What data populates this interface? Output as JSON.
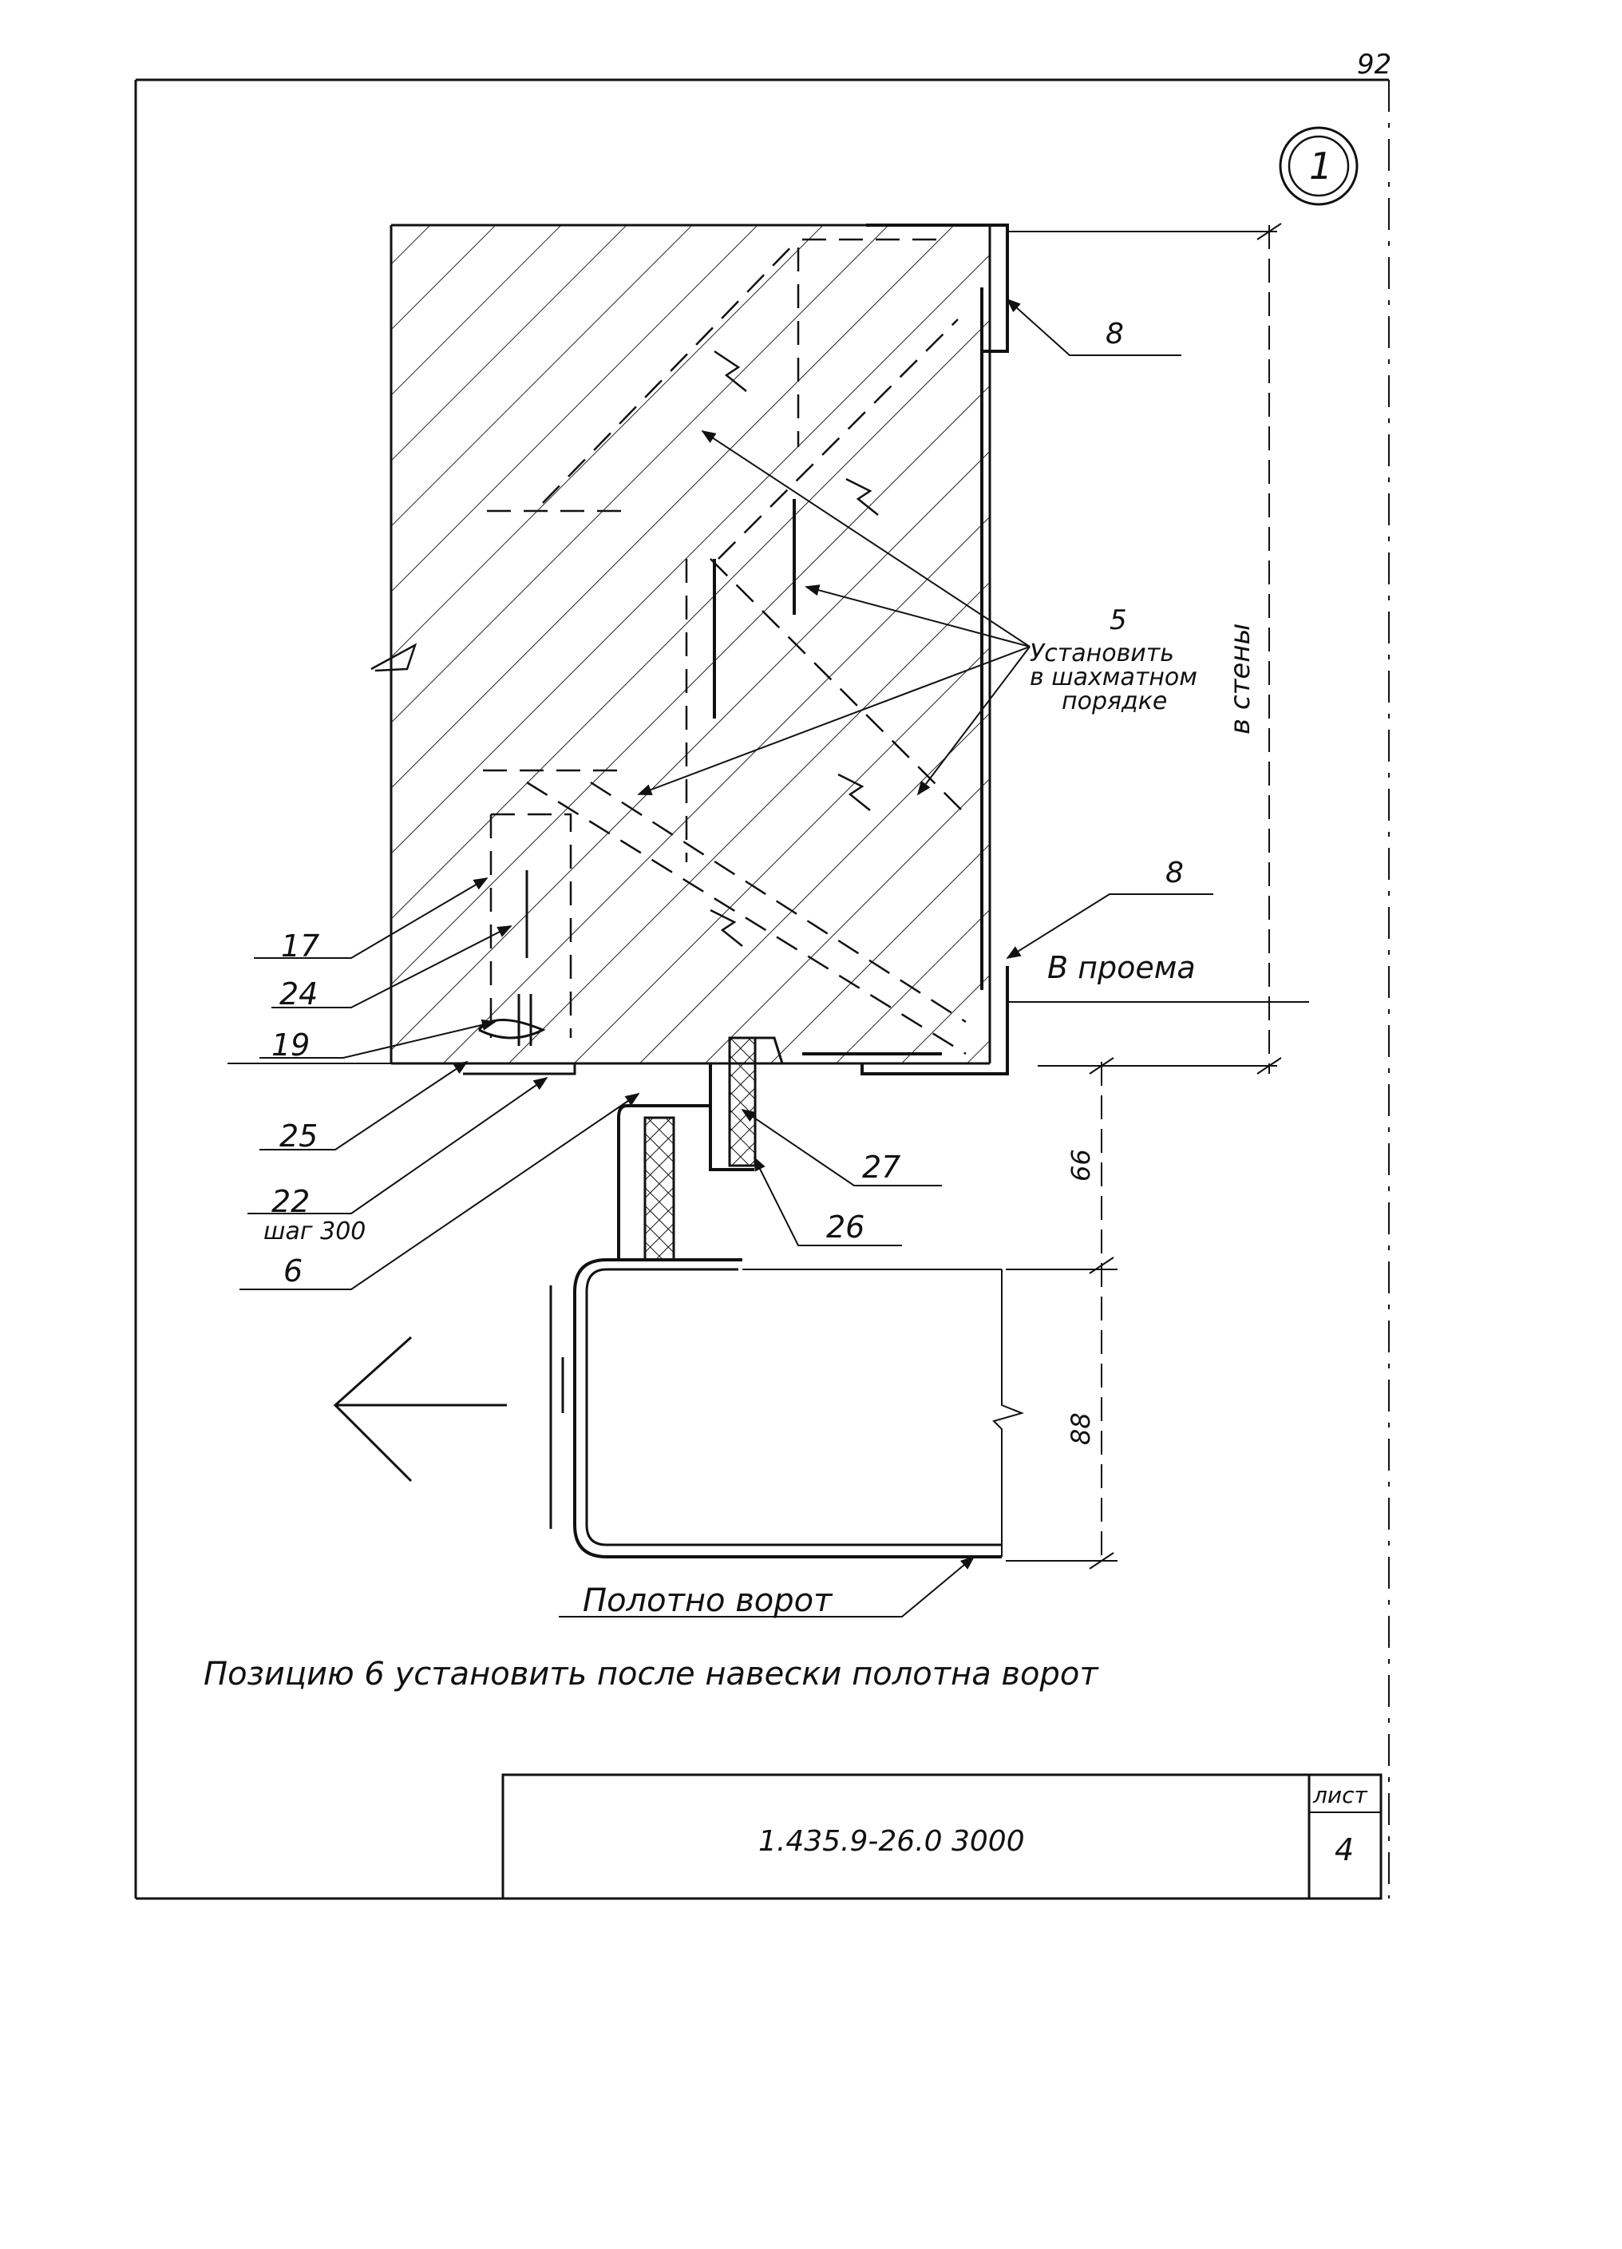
{
  "page_number": "92",
  "sheet_marker": "1",
  "labels": {
    "item_8_top": "8",
    "item_8_bottom": "8",
    "item_5": "5",
    "note_line1": "Установить",
    "note_line2": "в шахматном",
    "note_line3": "порядке",
    "item_17": "17",
    "item_24": "24",
    "item_19": "19",
    "item_25": "25",
    "item_22": "22",
    "pitch": "шаг 300",
    "item_6": "6",
    "item_27": "27",
    "item_26": "26"
  },
  "dimensions": {
    "wall_b": "в стены",
    "opening_b": "В проема",
    "dim_66": "66",
    "dim_88": "88"
  },
  "gate_leaf_label": "Полотно ворот",
  "instruction": "Позицию 6 установить после навески полотна ворот",
  "title_block": {
    "code": "1.435.9-26.0 3000",
    "sheet_label": "лист",
    "sheet_number": "4"
  }
}
